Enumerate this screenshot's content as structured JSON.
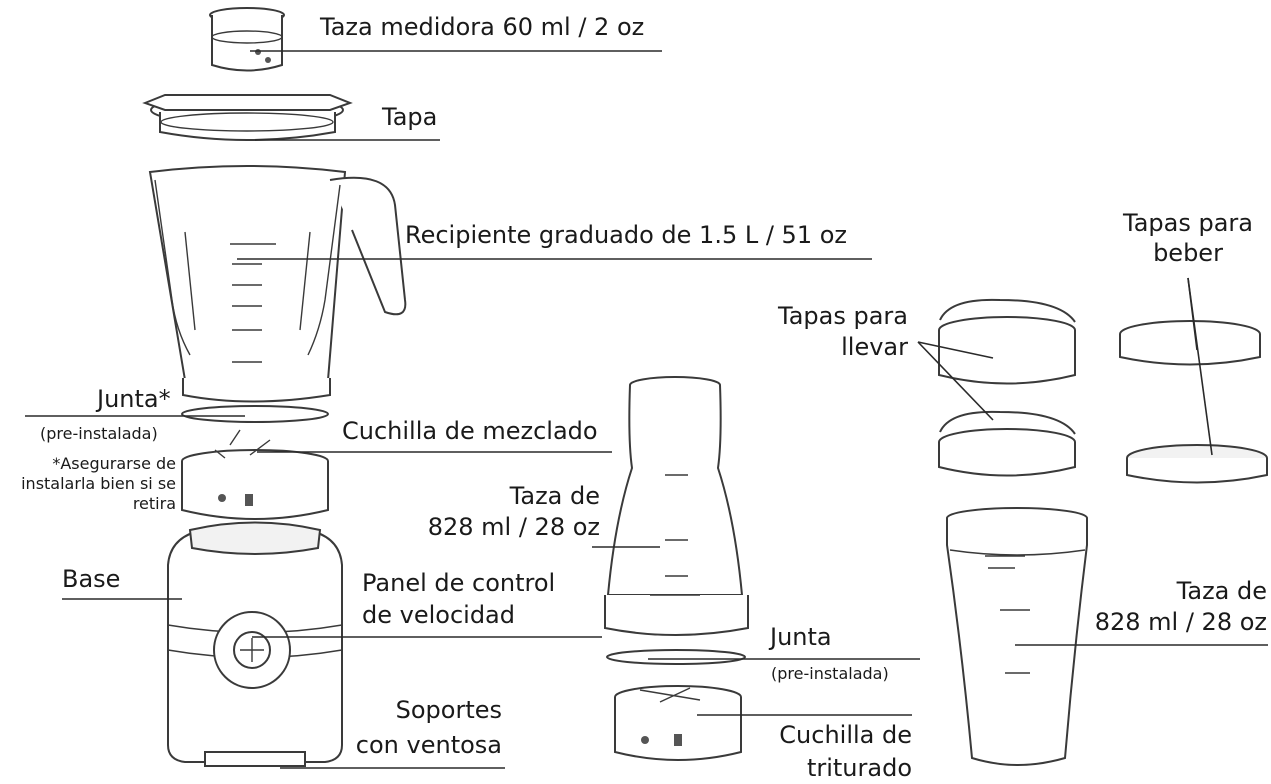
{
  "labels": {
    "measuring_cup": "Taza medidora 60 ml / 2 oz",
    "lid": "Tapa",
    "jar": "Recipiente graduado de 1.5 L / 51 oz",
    "gasket_top": "Junta*",
    "gasket_top_note": "(pre-instalada)",
    "note_line1": "*Asegurarse de",
    "note_line2": "instalarla bien si se",
    "note_line3": "retira",
    "mixing_blade": "Cuchilla de mezclado",
    "base": "Base",
    "control_panel_line1": "Panel de control",
    "control_panel_line2": "de velocidad",
    "suction_feet_line1": "Soportes",
    "suction_feet_line2": "con ventosa",
    "cup_mid_line1": "Taza de",
    "cup_mid_line2": "828 ml / 28 oz",
    "gasket_bottom": "Junta",
    "gasket_bottom_note": "(pre-instalada)",
    "crush_blade_line1": "Cuchilla de",
    "crush_blade_line2": "triturado",
    "carry_lids_line1": "Tapas para",
    "carry_lids_line2": "llevar",
    "drink_lids_line1": "Tapas para",
    "drink_lids_line2": "beber",
    "cup_right_line1": "Taza de",
    "cup_right_line2": "828 ml / 28 oz"
  }
}
